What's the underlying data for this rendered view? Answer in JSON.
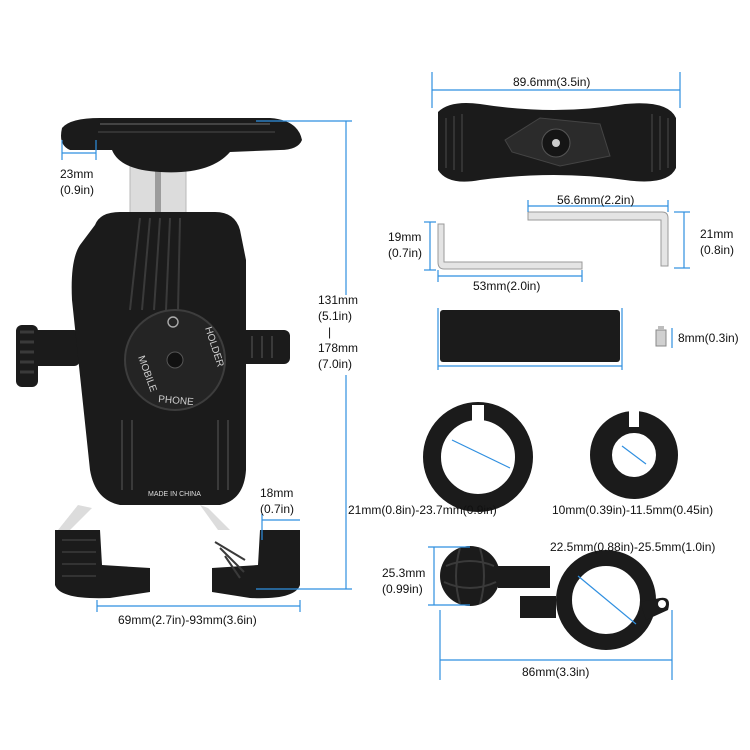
{
  "labels": {
    "holder_arm_width": "23mm\n(0.9in)",
    "holder_height": "131mm\n(5.1in)\n|\n178mm\n(7.0in)",
    "clamp_foot": "18mm\n(0.7in)",
    "holder_width_range": "69mm(2.7in)-93mm(3.6in)",
    "mount_plate_width": "89.6mm(3.5in)",
    "hex_key_long": "56.6mm(2.2in)",
    "hex_key_long_height": "21mm\n(0.8in)",
    "hex_key_short_height": "19mm\n(0.7in)",
    "hex_key_short_length": "53mm(2.0in)",
    "screw_length": "8mm(0.3in)",
    "ring_large": "21mm(0.8in)-23.7mm(0.9in)",
    "ring_small": "10mm(0.39in)-11.5mm(0.45in)",
    "handlebar_clamp_range": "22.5mm(0.88in)-25.5mm(1.0in)",
    "ball_height": "25.3mm\n(0.99in)",
    "clamp_total_length": "86mm(3.3in)"
  },
  "product_text": {
    "made_in": "MADE IN CHINA",
    "dial_word_1": "MOBILE",
    "dial_word_2": "PHONE",
    "dial_word_3": "HOLDER"
  },
  "colors": {
    "dimension_line": "#2f8fe0",
    "product_black": "#1b1b1b",
    "metal": "#d9d9d9"
  }
}
